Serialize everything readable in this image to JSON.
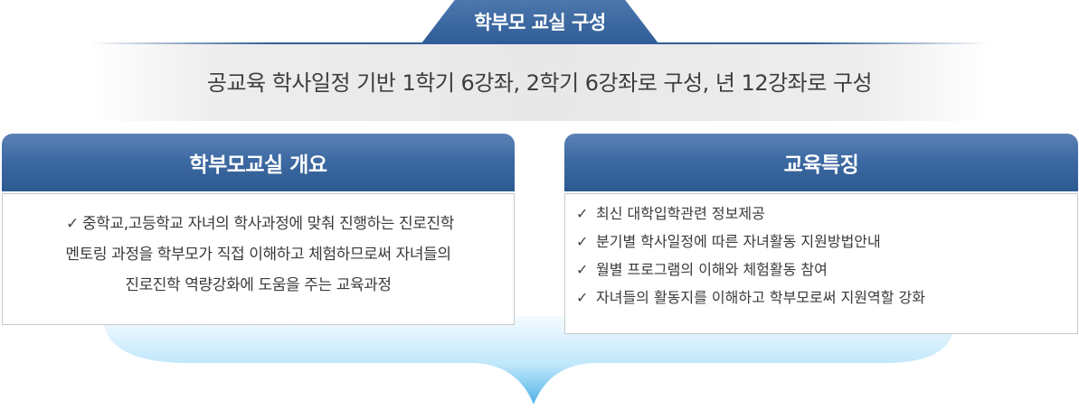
{
  "title": "학부모 교실 구성",
  "summary": "공교육 학사일정 기반 1학기 6강좌, 2학기 6강좌로 구성, 년 12강좌로 구성",
  "left_panel": {
    "header": "학부모교실 개요",
    "check": "✓",
    "lines": [
      "중학교,고등학교 자녀의 학사과정에 맞춰 진행하는 진로진학",
      "멘토링 과정을 학부모가 직접 이해하고 체험하므로써 자녀들의",
      "진로진학 역량강화에 도움을 주는 교육과정"
    ]
  },
  "right_panel": {
    "header": "교육특징",
    "items": [
      {
        "check": "✓",
        "text": "최신 대학입학관련 정보제공"
      },
      {
        "check": "✓",
        "text": "분기별 학사일정에 따른 자녀활동 지원방법안내"
      },
      {
        "check": "✓",
        "text": "월별 프로그램의 이해와 체험활동 참여"
      },
      {
        "check": "✓",
        "text": "자녀들의 활동지를 이해하고 학부모로써 지원역할 강화"
      }
    ]
  },
  "colors": {
    "header_blue": "#2f5d97",
    "brace_light": "#cfefff",
    "brace_dark": "#6cc3ef"
  }
}
